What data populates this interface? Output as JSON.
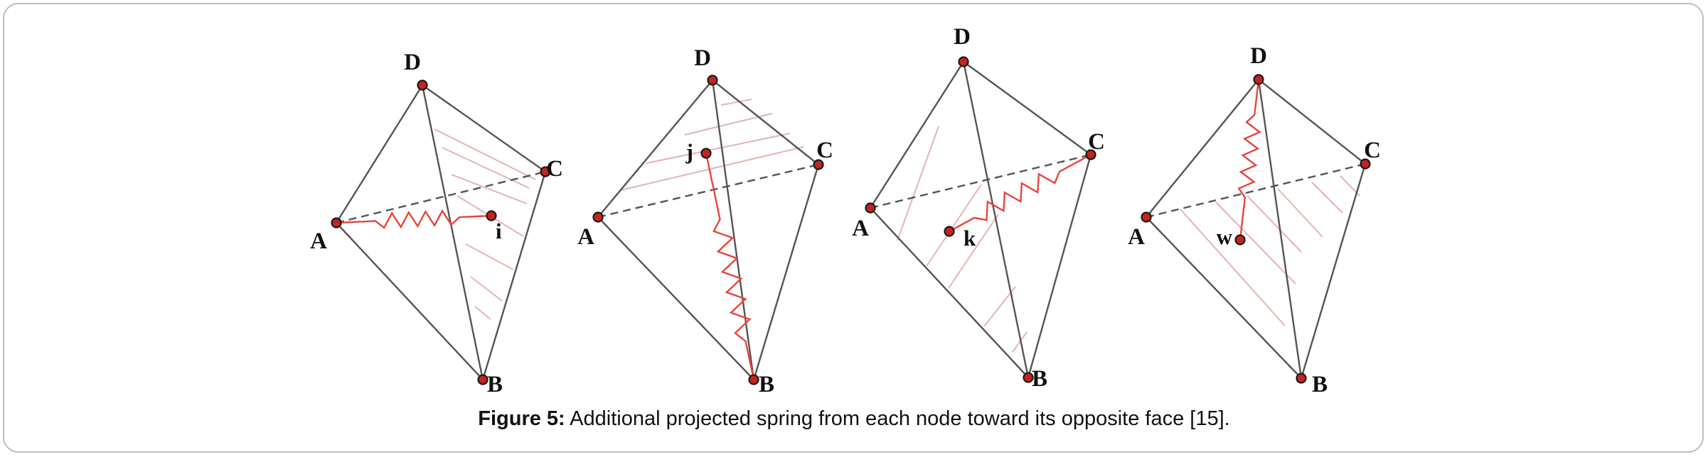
{
  "figure": {
    "caption_label": "Figure 5:",
    "caption_text": " Additional projected spring from each node toward its opposite face [15]."
  },
  "panels": [
    {
      "id": "i",
      "vertex_labels": {
        "A": "A",
        "B": "B",
        "C": "C",
        "D": "D"
      },
      "node_label": "i"
    },
    {
      "id": "j",
      "vertex_labels": {
        "A": "A",
        "B": "B",
        "C": "C",
        "D": "D"
      },
      "node_label": "j"
    },
    {
      "id": "k",
      "vertex_labels": {
        "A": "A",
        "B": "B",
        "C": "C",
        "D": "D"
      },
      "node_label": "k"
    },
    {
      "id": "w",
      "vertex_labels": {
        "A": "A",
        "B": "B",
        "C": "C",
        "D": "D"
      },
      "node_label": "w"
    }
  ],
  "colors": {
    "edge": "#555555",
    "spring": "#e8453c",
    "hatch": "#e7b3b3",
    "vertex_fill": "#c3241f"
  }
}
